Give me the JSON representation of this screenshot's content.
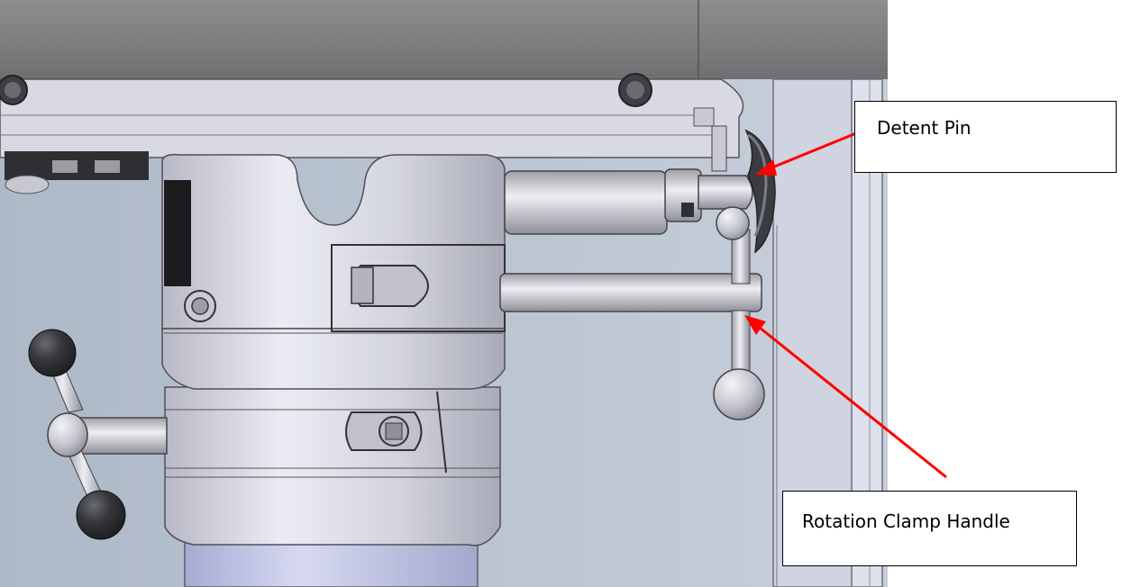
{
  "diagram": {
    "subject": "drill press head rotation assembly",
    "colors": {
      "background": "#b9c4d2",
      "casting": "#cfd0da",
      "steel": "#c9cad2",
      "knob": "#2e2f33",
      "arrow": "#ff0000"
    },
    "callouts": [
      {
        "label": "Detent Pin"
      },
      {
        "label": "Rotation Clamp Handle"
      }
    ]
  }
}
